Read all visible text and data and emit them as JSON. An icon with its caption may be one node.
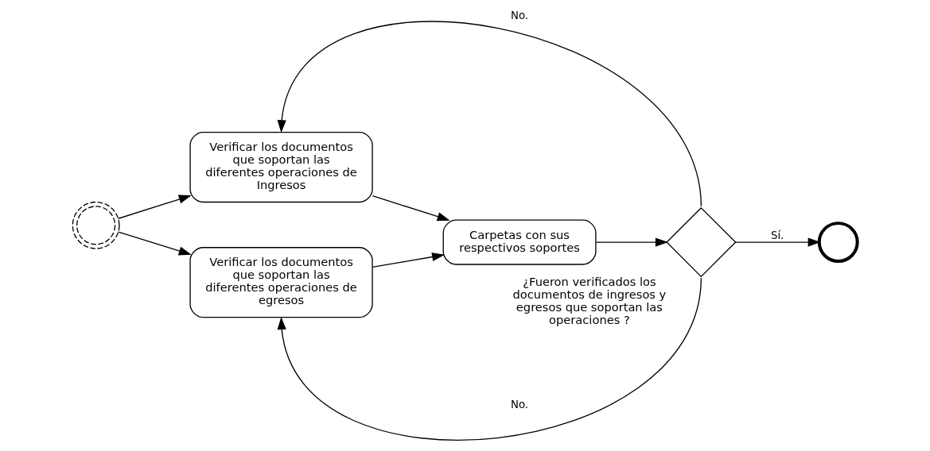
{
  "diagram": {
    "nodes": [
      {
        "text": [],
        "shape": "circle"
      },
      {
        "text": [
          "Verificar los documentos que soportan las diferentes operaciones de Ingresos"
        ]
      },
      {
        "text": [
          "Verificar los documentos que soportan las diferentes operaciones de egresos"
        ]
      },
      {
        "text": [
          "Carpetas con sus respectivos soportes"
        ]
      },
      {
        "text": [],
        "shape": "diamond",
        "beside": [
          "¿Fueron verificados los documentos de ingresos y egresos que soportan las operaciones ?"
        ]
      },
      {
        "text": [],
        "shape": "circle"
      }
    ],
    "edges": [
      {
        "from": 0,
        "to": 1,
        "arrow": "to"
      },
      {
        "from": 0,
        "to": 2,
        "arrow": "to"
      },
      {
        "from": 1,
        "to": 3,
        "arrow": "to"
      },
      {
        "from": 2,
        "to": 3,
        "arrow": "to"
      },
      {
        "from": 3,
        "to": 4,
        "arrow": "to"
      },
      {
        "from": 4,
        "to": 5,
        "label": "Sí.",
        "arrow": "to"
      },
      {
        "from": 4,
        "to": 1,
        "label": "No.",
        "arrow": "to"
      },
      {
        "from": 4,
        "to": 2,
        "label": "No.",
        "arrow": "to"
      }
    ]
  }
}
